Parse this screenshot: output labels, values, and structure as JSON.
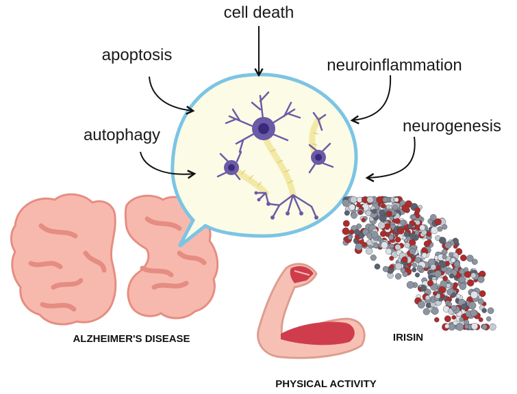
{
  "mechanisms": {
    "cell_death": "cell death",
    "apoptosis": "apoptosis",
    "autophagy": "autophagy",
    "neuroinflammation": "neuroinflammation",
    "neurogenesis": "neurogenesis"
  },
  "captions": {
    "alzheimers": "ALZHEIMER'S DISEASE",
    "irisin": "IRISIN",
    "physical_activity": "PHYSICAL ACTIVITY"
  },
  "colors": {
    "bubble_fill": "#fbfbe6",
    "bubble_border": "#7cc4e4",
    "neuron": "#6b5aa6",
    "neuron_nucleus": "#3a2a7a",
    "axon": "#f3e9a6",
    "brain_fill": "#f7b9ae",
    "brain_line": "#e58d82",
    "muscle_skin": "#f6c1b4",
    "muscle_red": "#cf3d4c",
    "protein_red": "#b02a2a",
    "protein_grey": "#8c94a0"
  }
}
